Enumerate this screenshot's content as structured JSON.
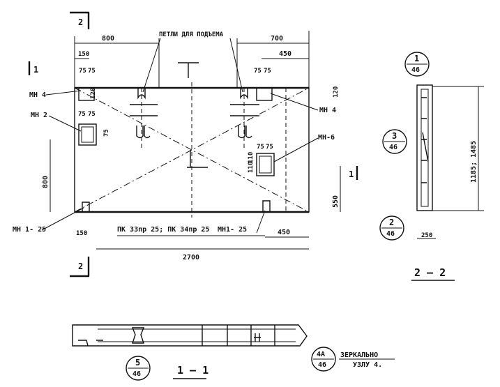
{
  "plan": {
    "dims_top": {
      "d800": "800",
      "d700": "700",
      "d450": "450",
      "d150": "150",
      "d75a": "75",
      "d75b": "75",
      "d75c": "75",
      "d75d": "75"
    },
    "dims_left": {
      "d120": "120",
      "d75e": "75",
      "d75f": "75",
      "d75g": "75",
      "d800v": "800"
    },
    "dims_right": {
      "d120r": "120",
      "d110a": "110",
      "d110b": "110",
      "d550": "550",
      "d75h": "75",
      "d75i": "75"
    },
    "dims_bottom": {
      "d150b": "150",
      "d450b": "450",
      "d2700": "2700"
    },
    "labels": {
      "lifting_loops": "ПЕТЛИ ДЛЯ ПОДЪЕМА",
      "mn4_left": "МН 4",
      "mn4_right": "МН 4",
      "mn2": "МН 2",
      "mn6": "МН-6",
      "mn1_left": "МН 1- 25",
      "mn1_right": "МН1- 25",
      "panels": "ПК 33пр 25; ПК 34пр 25"
    },
    "section_marks": {
      "top": "2",
      "bottom": "2",
      "left": "1",
      "right": "1"
    }
  },
  "section22": {
    "callout_top": {
      "num": "1",
      "sheet": "46"
    },
    "callout_mid": {
      "num": "3",
      "sheet": "46"
    },
    "callout_bot": {
      "num": "2",
      "sheet": "46"
    },
    "dim_height": "1185; 1485",
    "dim_width": "250",
    "title": "2 – 2"
  },
  "section11": {
    "callout_left": {
      "num": "5",
      "sheet": "46"
    },
    "callout_right": {
      "num": "4А",
      "sheet": "46"
    },
    "note_line1": "ЗЕРКАЛЬНО",
    "note_line2": "УЗЛУ 4.",
    "title": "1 – 1"
  }
}
